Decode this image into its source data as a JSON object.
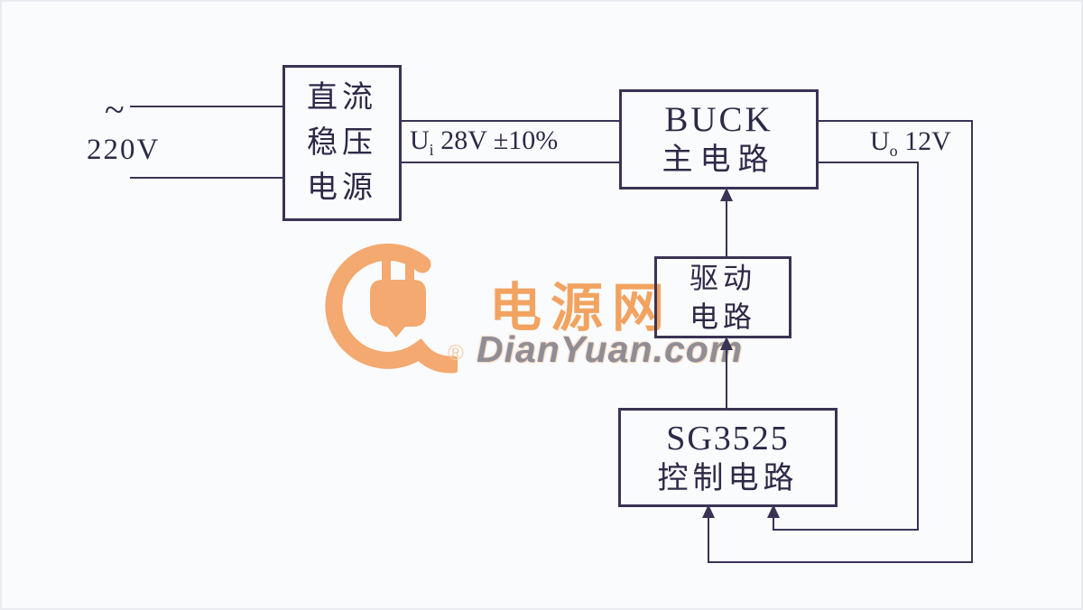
{
  "colors": {
    "bg": "#fafbfd",
    "line": "#3a3354",
    "text": "#2e2947",
    "orange": "#f2a360",
    "orange_light": "#f6cda8",
    "gray": "#8f8d96"
  },
  "diagram": {
    "blocks": [
      {
        "id": "dc-supply",
        "lines": [
          "直流",
          "稳压",
          "电源"
        ]
      },
      {
        "id": "buck-main",
        "lines": [
          "BUCK",
          "主电路"
        ]
      },
      {
        "id": "drive",
        "lines": [
          "驱动",
          "电路"
        ]
      },
      {
        "id": "sg3525",
        "lines": [
          "SG3525",
          "控制电路"
        ]
      }
    ],
    "labels": {
      "ac_tilde": "~",
      "ac_voltage": "220V",
      "input_symbol": "U",
      "input_sub": "i",
      "input_value": "28V ±10%",
      "output_symbol": "U",
      "output_sub": "o",
      "output_value": "12V"
    }
  },
  "watermark": {
    "cn": "电源网",
    "en": "DianYuan.com",
    "registered": "®"
  }
}
